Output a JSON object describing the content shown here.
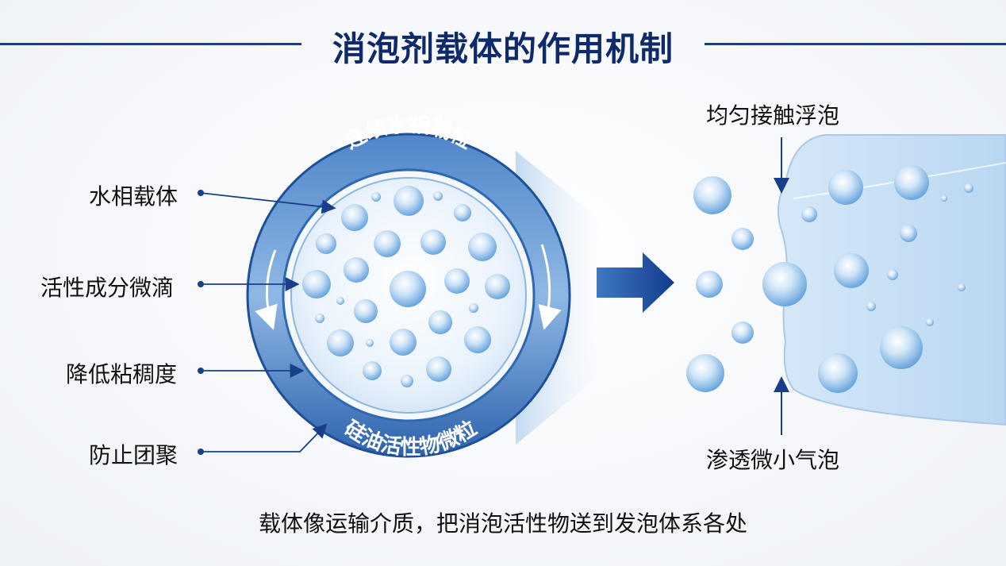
{
  "title": "消泡剂载体的作用机制",
  "ring": {
    "top_text": "连续水相载粒",
    "bottom_text": "硅油活性物微粒"
  },
  "left_labels": [
    "水相载体",
    "活性成分微滴",
    "降低粘稠度",
    "防止团聚"
  ],
  "right_labels": {
    "top": "均匀接触浮泡",
    "bottom": "渗透微小气泡"
  },
  "caption": "载体像运输介质，把消泡活性物送到发泡体系各处",
  "colors": {
    "title": "#0f2a6b",
    "ring_dark": "#2f67b3",
    "ring_light": "#9fc3ea",
    "arrow": "#1a4a9e",
    "droplet": "#6aa6de"
  }
}
